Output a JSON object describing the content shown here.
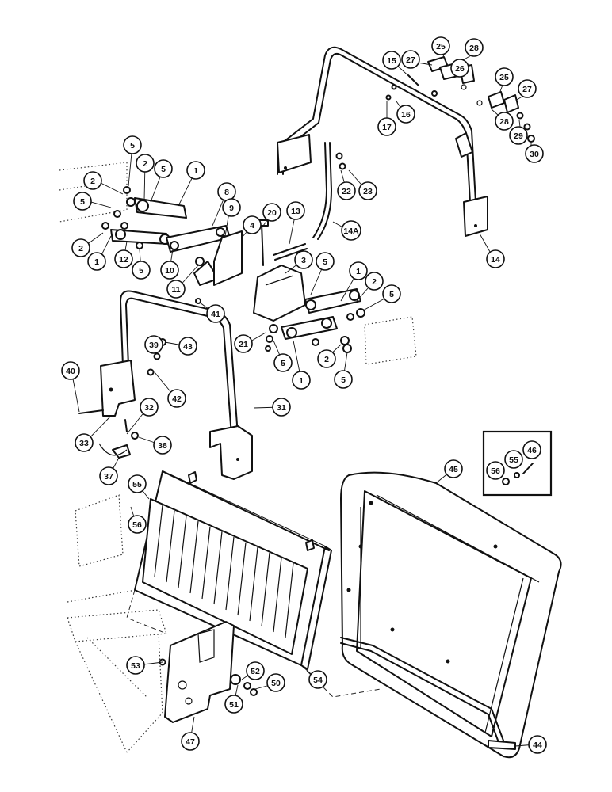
{
  "diagram": {
    "callouts": [
      {
        "id": "c-28a",
        "label": "28"
      },
      {
        "id": "c-25a",
        "label": "25"
      },
      {
        "id": "c-15",
        "label": "15"
      },
      {
        "id": "c-27a",
        "label": "27"
      },
      {
        "id": "c-26",
        "label": "26"
      },
      {
        "id": "c-25b",
        "label": "25"
      },
      {
        "id": "c-27b",
        "label": "27"
      },
      {
        "id": "c-16",
        "label": "16"
      },
      {
        "id": "c-17",
        "label": "17"
      },
      {
        "id": "c-28b",
        "label": "28"
      },
      {
        "id": "c-29",
        "label": "29"
      },
      {
        "id": "c-30",
        "label": "30"
      },
      {
        "id": "c-22",
        "label": "22"
      },
      {
        "id": "c-23",
        "label": "23"
      },
      {
        "id": "c-14a",
        "label": "14A"
      },
      {
        "id": "c-14",
        "label": "14"
      },
      {
        "id": "c-5a",
        "label": "5"
      },
      {
        "id": "c-2a",
        "label": "2"
      },
      {
        "id": "c-5b",
        "label": "5"
      },
      {
        "id": "c-1a",
        "label": "1"
      },
      {
        "id": "c-2b",
        "label": "2"
      },
      {
        "id": "c-5c",
        "label": "5"
      },
      {
        "id": "c-2c",
        "label": "2"
      },
      {
        "id": "c-1b",
        "label": "1"
      },
      {
        "id": "c-12",
        "label": "12"
      },
      {
        "id": "c-5d",
        "label": "5"
      },
      {
        "id": "c-10",
        "label": "10"
      },
      {
        "id": "c-11",
        "label": "11"
      },
      {
        "id": "c-8",
        "label": "8"
      },
      {
        "id": "c-9",
        "label": "9"
      },
      {
        "id": "c-4",
        "label": "4"
      },
      {
        "id": "c-20",
        "label": "20"
      },
      {
        "id": "c-13",
        "label": "13"
      },
      {
        "id": "c-3",
        "label": "3"
      },
      {
        "id": "c-5e",
        "label": "5"
      },
      {
        "id": "c-1c",
        "label": "1"
      },
      {
        "id": "c-2d",
        "label": "2"
      },
      {
        "id": "c-5f",
        "label": "5"
      },
      {
        "id": "c-21",
        "label": "21"
      },
      {
        "id": "c-5g",
        "label": "5"
      },
      {
        "id": "c-1d",
        "label": "1"
      },
      {
        "id": "c-2e",
        "label": "2"
      },
      {
        "id": "c-5h",
        "label": "5"
      },
      {
        "id": "c-41",
        "label": "41"
      },
      {
        "id": "c-39",
        "label": "39"
      },
      {
        "id": "c-43",
        "label": "43"
      },
      {
        "id": "c-40",
        "label": "40"
      },
      {
        "id": "c-42",
        "label": "42"
      },
      {
        "id": "c-32",
        "label": "32"
      },
      {
        "id": "c-33",
        "label": "33"
      },
      {
        "id": "c-38",
        "label": "38"
      },
      {
        "id": "c-37",
        "label": "37"
      },
      {
        "id": "c-31",
        "label": "31"
      },
      {
        "id": "c-55a",
        "label": "55"
      },
      {
        "id": "c-56a",
        "label": "56"
      },
      {
        "id": "c-45",
        "label": "45"
      },
      {
        "id": "c-56b",
        "label": "56"
      },
      {
        "id": "c-55b",
        "label": "55"
      },
      {
        "id": "c-46",
        "label": "46"
      },
      {
        "id": "c-53",
        "label": "53"
      },
      {
        "id": "c-52",
        "label": "52"
      },
      {
        "id": "c-50",
        "label": "50"
      },
      {
        "id": "c-51",
        "label": "51"
      },
      {
        "id": "c-54",
        "label": "54"
      },
      {
        "id": "c-47",
        "label": "47"
      },
      {
        "id": "c-44",
        "label": "44"
      }
    ]
  }
}
